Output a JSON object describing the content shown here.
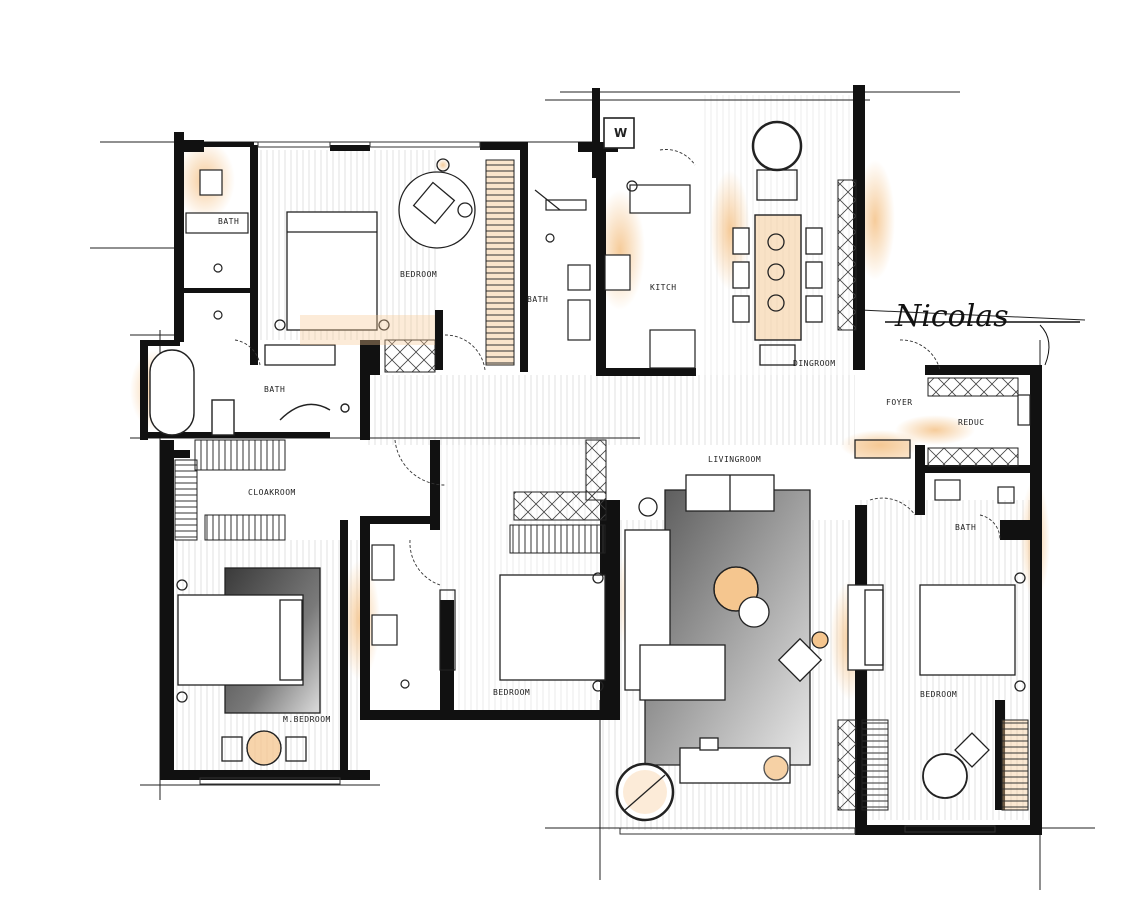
{
  "plan": {
    "signature": "Nicolas",
    "rooms": {
      "bedroom_top": "BEDROOM",
      "bath_top": "BATH",
      "kitchen": "KITCH",
      "dining_room": "DINGROOM",
      "bath_small_top": "BATH",
      "bath_left": "BATH",
      "cloakroom": "CLOAKROOM",
      "living_room": "LIVINGROOM",
      "master_bedroom": "M.BEDROOM",
      "bedroom_mid": "BEDROOM",
      "bedroom_right": "BEDROOM",
      "bath_right": "BATH",
      "foyer": "FOYER",
      "hall_right": "REDUC"
    },
    "washer_label": "W"
  },
  "colors": {
    "wall": "#111111",
    "accent_wood": "#f5c68f",
    "rug_dark": "#4a4a4a",
    "line": "#333333"
  }
}
